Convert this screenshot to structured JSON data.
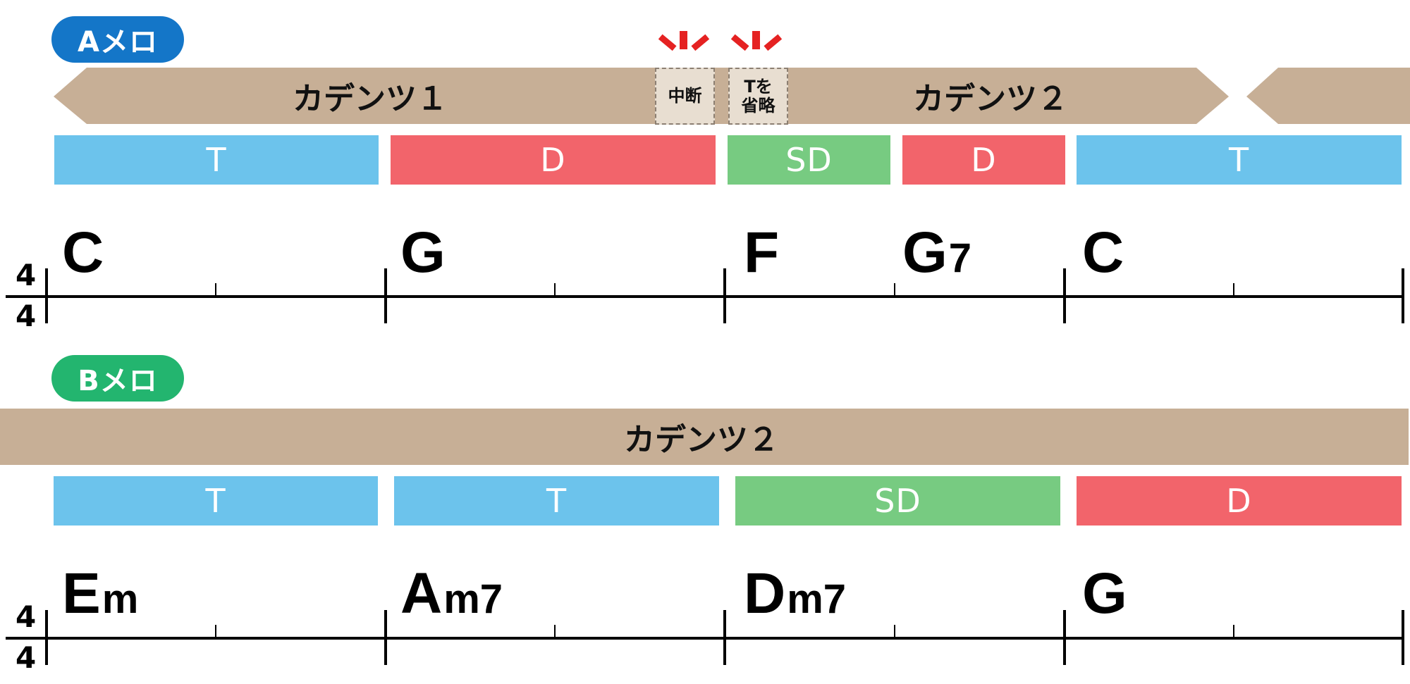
{
  "colors": {
    "cadence": "#c7af96",
    "note_box": "#e8ded1",
    "T": "#6cc3ec",
    "D": "#f2646b",
    "SD": "#77cb81",
    "a_section": "#1476c8",
    "b_section": "#23b56f",
    "burst": "#e52222"
  },
  "sections": {
    "a": {
      "label": "Aメロ",
      "cadences": [
        "カデンツ１",
        "カデンツ２"
      ],
      "notes": {
        "interrupt": "中断",
        "omit_line1": "Tを",
        "omit_line2": "省略"
      },
      "functions": [
        "T",
        "D",
        "SD",
        "D",
        "T"
      ],
      "chords": [
        {
          "root": "C",
          "qual": ""
        },
        {
          "root": "G",
          "qual": ""
        },
        {
          "root": "F",
          "qual": ""
        },
        {
          "root": "G",
          "qual": "7"
        },
        {
          "root": "C",
          "qual": ""
        }
      ],
      "time_signature": {
        "top": "4",
        "bottom": "4"
      }
    },
    "b": {
      "label": "Bメロ",
      "cadences": [
        "カデンツ２"
      ],
      "functions": [
        "T",
        "T",
        "SD",
        "D"
      ],
      "chords": [
        {
          "root": "E",
          "qual": "m"
        },
        {
          "root": "A",
          "qual": "m7"
        },
        {
          "root": "D",
          "qual": "m7"
        },
        {
          "root": "G",
          "qual": ""
        }
      ],
      "time_signature": {
        "top": "4",
        "bottom": "4"
      }
    }
  }
}
